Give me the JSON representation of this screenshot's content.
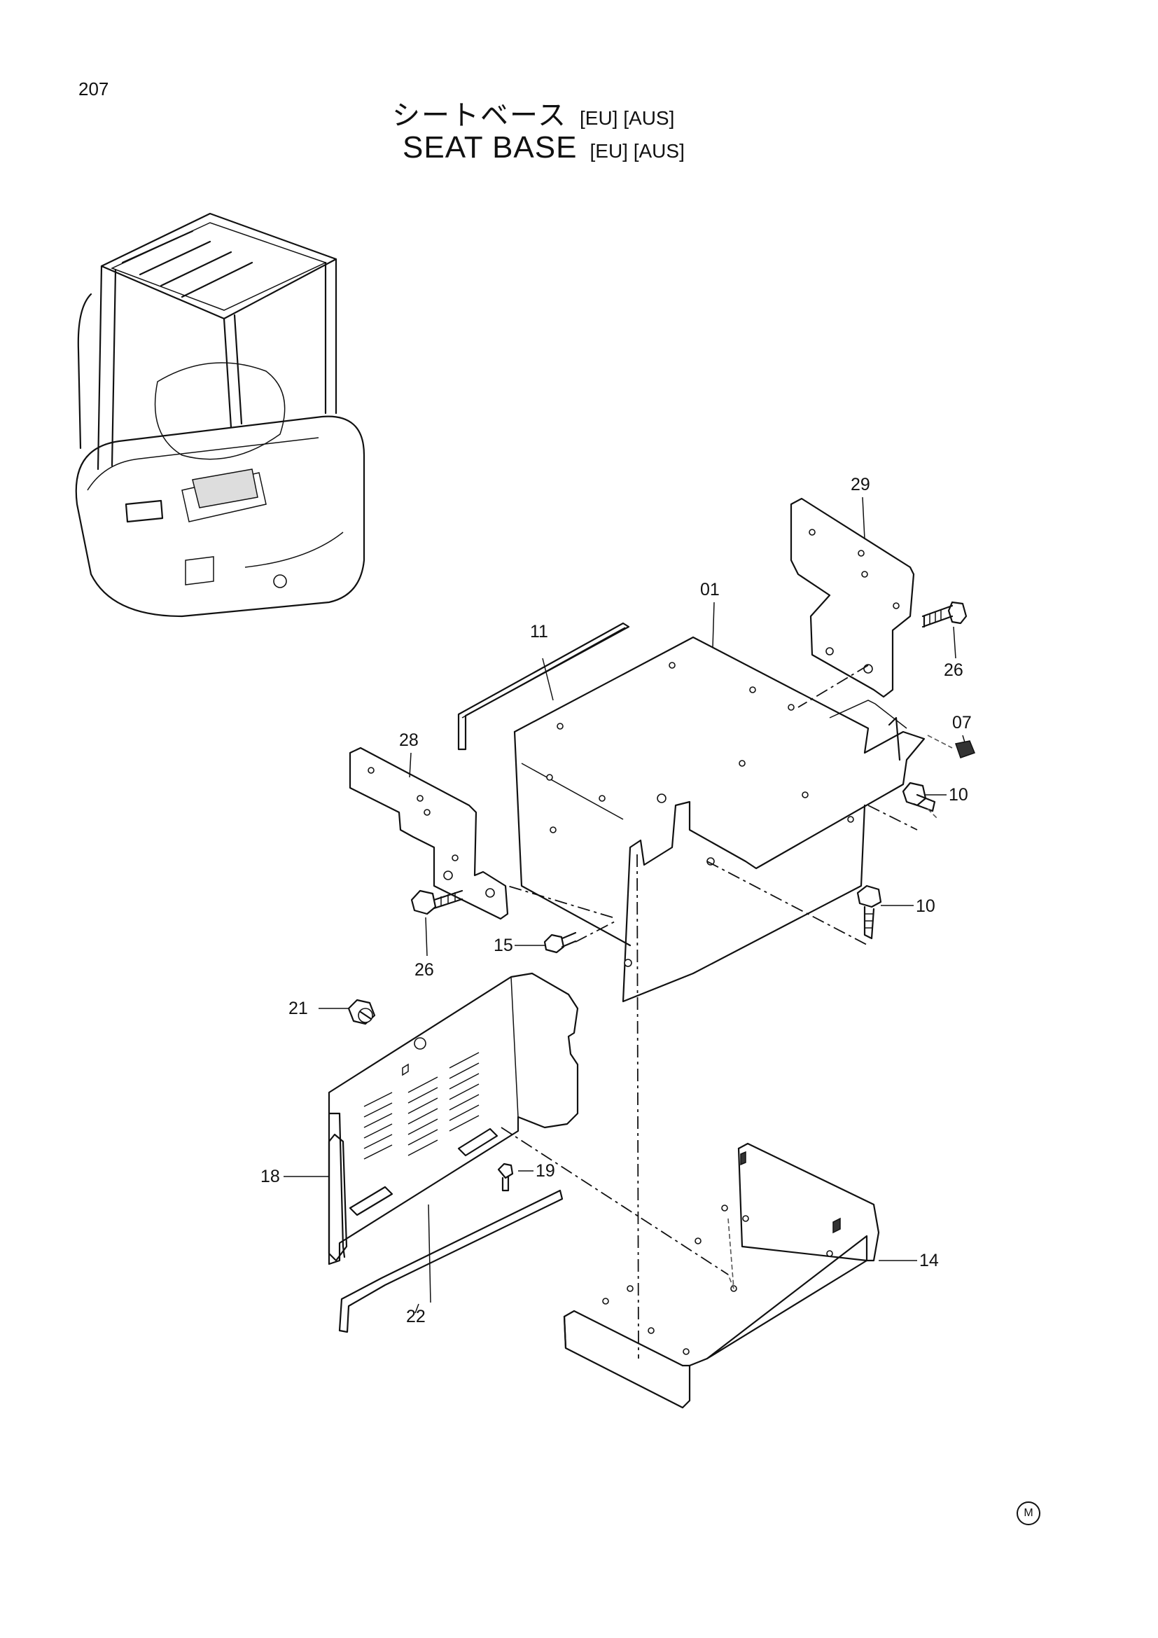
{
  "page_number": "207",
  "title": {
    "japanese": "シートベース",
    "english": "SEAT BASE",
    "region_tags": "[EU] [AUS]"
  },
  "callouts": [
    {
      "id": "c29",
      "label": "29"
    },
    {
      "id": "c01",
      "label": "01"
    },
    {
      "id": "c11",
      "label": "11"
    },
    {
      "id": "c26a",
      "label": "26"
    },
    {
      "id": "c07",
      "label": "07"
    },
    {
      "id": "c28",
      "label": "28"
    },
    {
      "id": "c10a",
      "label": "10"
    },
    {
      "id": "c10b",
      "label": "10"
    },
    {
      "id": "c26b",
      "label": "26"
    },
    {
      "id": "c15",
      "label": "15"
    },
    {
      "id": "c21",
      "label": "21"
    },
    {
      "id": "c18",
      "label": "18"
    },
    {
      "id": "c19",
      "label": "19"
    },
    {
      "id": "c22",
      "label": "22"
    },
    {
      "id": "c14",
      "label": "14"
    }
  ],
  "maker_mark": "M"
}
